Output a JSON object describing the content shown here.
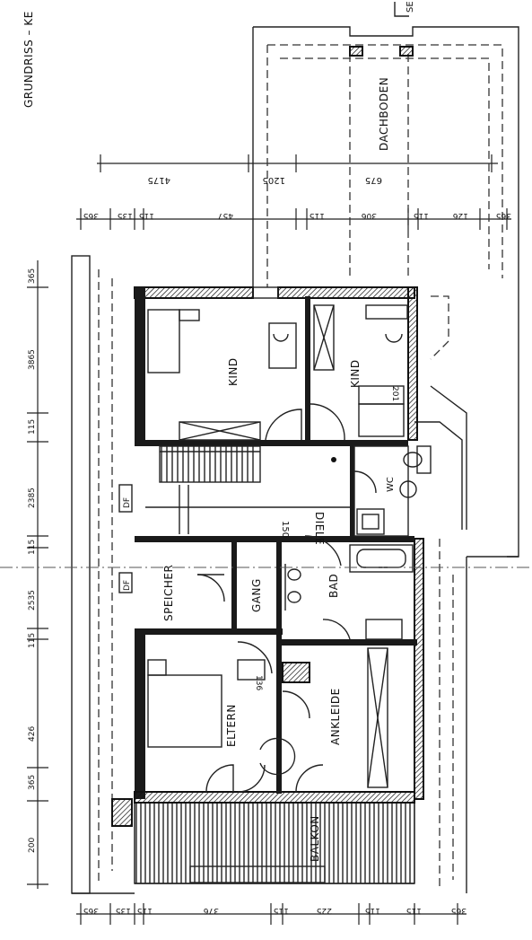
{
  "title": "GRUNDRISS – KE",
  "corner_code": "SE",
  "rooms": {
    "dachboden": "DACHBODEN",
    "kind1": "KIND",
    "kind2": "KIND",
    "diele": "DIELE",
    "wc": "WC",
    "speicher": "SPEICHER",
    "gang": "GANG",
    "bad": "BAD",
    "eltern": "ELTERN",
    "ankleide": "ANKLEIDE",
    "balkon": "BALKON"
  },
  "labels": {
    "df1": "DF",
    "df2": "DF",
    "diele_width": "150",
    "kind2_dim": "201",
    "eltern_dim": "136"
  },
  "dims_top_outer": [
    "4175",
    "1205",
    "675"
  ],
  "dims_top_inner": [
    "365",
    "135",
    "115",
    "457",
    "115",
    "306",
    "115",
    "126",
    "365"
  ],
  "dims_left": [
    "365",
    "3865",
    "115",
    "2385",
    "115",
    "2535",
    "115",
    "426",
    "365",
    "200"
  ],
  "dims_bottom": [
    "365",
    "135",
    "115",
    "376",
    "115",
    "225",
    "115",
    "115",
    "365"
  ]
}
